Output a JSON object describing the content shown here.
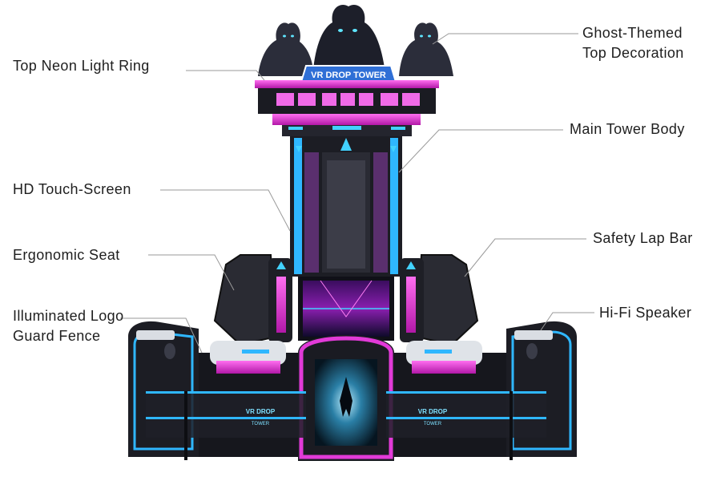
{
  "product": {
    "sign_text": "VR DROP TOWER",
    "logo_text": "VR DROP",
    "logo_sub": "TOWER"
  },
  "callouts": {
    "top_neon_light_ring": "Top Neon Light Ring",
    "ghost_themed_top_decoration": "Ghost-Themed\nTop Decoration",
    "main_tower_body": "Main Tower Body",
    "hd_touch_screen": "HD Touch-Screen",
    "ergonomic_seat": "Ergonomic Seat",
    "safety_lap_bar": "Safety Lap Bar",
    "illuminated_logo_guard_fence": "Illuminated Logo\nGuard Fence",
    "hifi_speaker": "Hi-Fi Speaker"
  },
  "colors": {
    "neon_pink": "#e23ad8",
    "neon_cyan": "#2fb7ff",
    "body_dark": "#15161c",
    "leader_line": "#9a9a9a"
  }
}
